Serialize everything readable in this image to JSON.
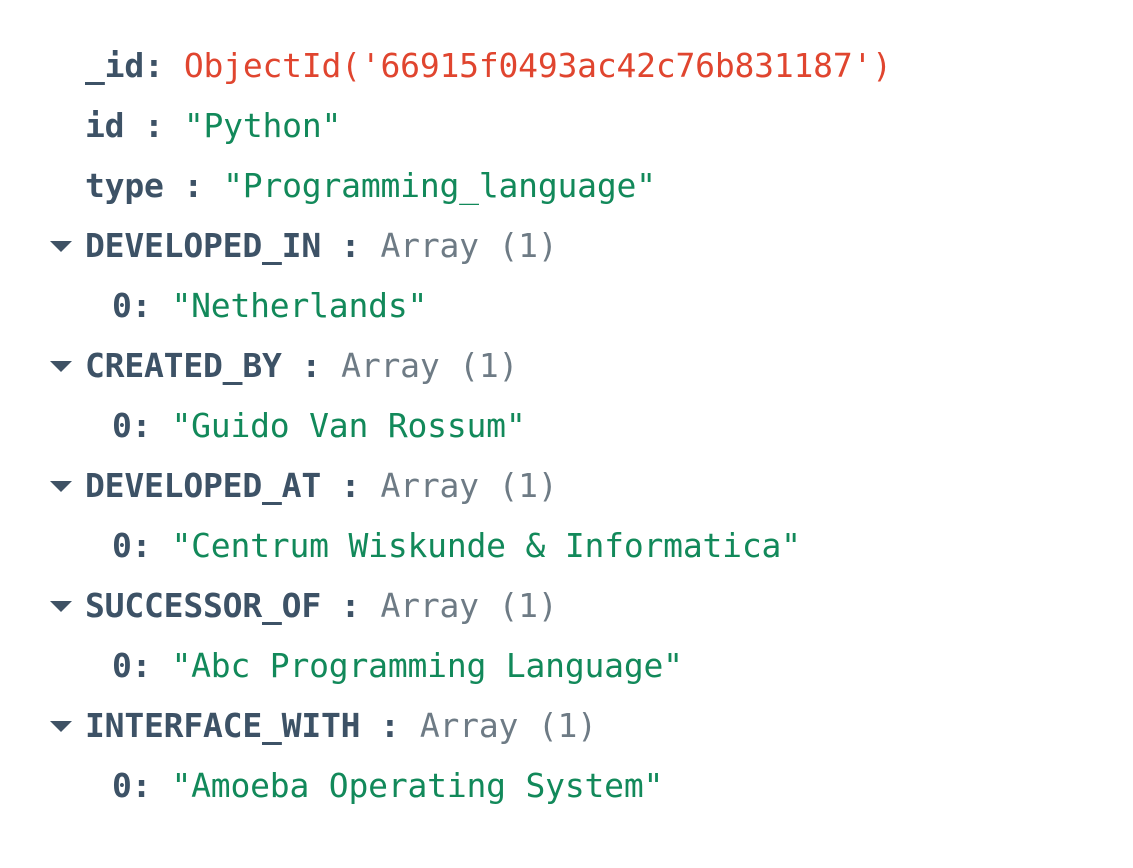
{
  "document": {
    "title": "MongoDB document detail",
    "colors": {
      "background": "#ffffff",
      "key": "#3d5266",
      "string": "#12895a",
      "objectid": "#e0452f",
      "meta": "#6e7b85",
      "twisty": "#3f5265"
    },
    "rows": [
      {
        "kind": "field",
        "expandable": false,
        "key": "_id",
        "separator": ":",
        "value": "ObjectId('66915f0493ac42c76b831187')",
        "value_type": "objectid"
      },
      {
        "kind": "field",
        "expandable": false,
        "key": "id",
        "separator": " :",
        "value": "\"Python\"",
        "value_type": "string"
      },
      {
        "kind": "field",
        "expandable": false,
        "key": "type",
        "separator": " :",
        "value": "\"Programming_language\"",
        "value_type": "string"
      },
      {
        "kind": "field",
        "expandable": true,
        "key": "DEVELOPED_IN",
        "separator": " :",
        "value": "Array (1)",
        "value_type": "meta"
      },
      {
        "kind": "item",
        "expandable": false,
        "key": "0",
        "separator": ":",
        "value": "\"Netherlands\"",
        "value_type": "string"
      },
      {
        "kind": "field",
        "expandable": true,
        "key": "CREATED_BY",
        "separator": " :",
        "value": "Array (1)",
        "value_type": "meta"
      },
      {
        "kind": "item",
        "expandable": false,
        "key": "0",
        "separator": ":",
        "value": "\"Guido Van Rossum\"",
        "value_type": "string"
      },
      {
        "kind": "field",
        "expandable": true,
        "key": "DEVELOPED_AT",
        "separator": " :",
        "value": "Array (1)",
        "value_type": "meta"
      },
      {
        "kind": "item",
        "expandable": false,
        "key": "0",
        "separator": ":",
        "value": "\"Centrum Wiskunde & Informatica\"",
        "value_type": "string"
      },
      {
        "kind": "field",
        "expandable": true,
        "key": "SUCCESSOR_OF",
        "separator": " :",
        "value": "Array (1)",
        "value_type": "meta"
      },
      {
        "kind": "item",
        "expandable": false,
        "key": "0",
        "separator": ":",
        "value": "\"Abc Programming Language\"",
        "value_type": "string"
      },
      {
        "kind": "field",
        "expandable": true,
        "key": "INTERFACE_WITH",
        "separator": " :",
        "value": "Array (1)",
        "value_type": "meta"
      },
      {
        "kind": "item",
        "expandable": false,
        "key": "0",
        "separator": ":",
        "value": "\"Amoeba Operating System\"",
        "value_type": "string"
      }
    ]
  }
}
